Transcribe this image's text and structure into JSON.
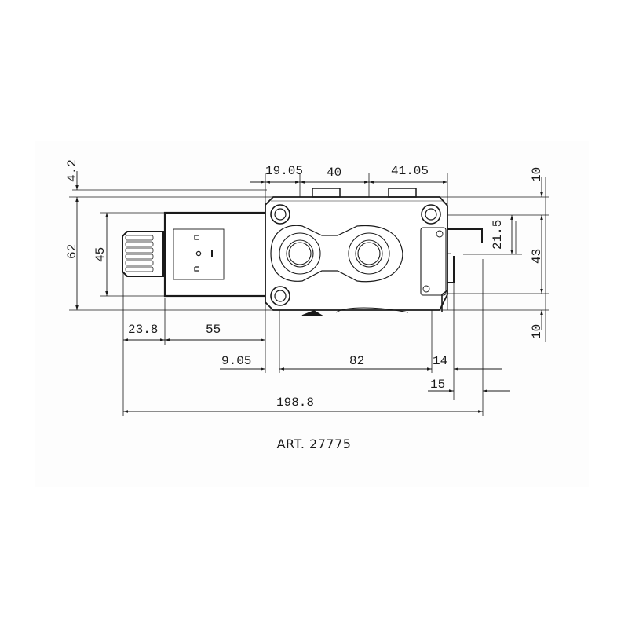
{
  "drawing": {
    "caption": "ART. 27775",
    "units": "mm",
    "line_color": "#1a1a1a",
    "background": "#ffffff",
    "dimensions": {
      "top": {
        "d1": "19.05",
        "d2": "40",
        "d3": "41.05"
      },
      "left": {
        "overall_height": "62",
        "top_offset": "4.2",
        "coil_height": "45"
      },
      "right": {
        "top_offset": "10",
        "port_offset": "21.5",
        "body_height": "43",
        "bottom_offset": "10"
      },
      "bottom": {
        "knob_length": "23.8",
        "coil_length": "55",
        "flange_offset": "9.05",
        "body_length": "82",
        "right_14": "14",
        "right_15": "15",
        "overall_length": "198.8"
      }
    }
  }
}
